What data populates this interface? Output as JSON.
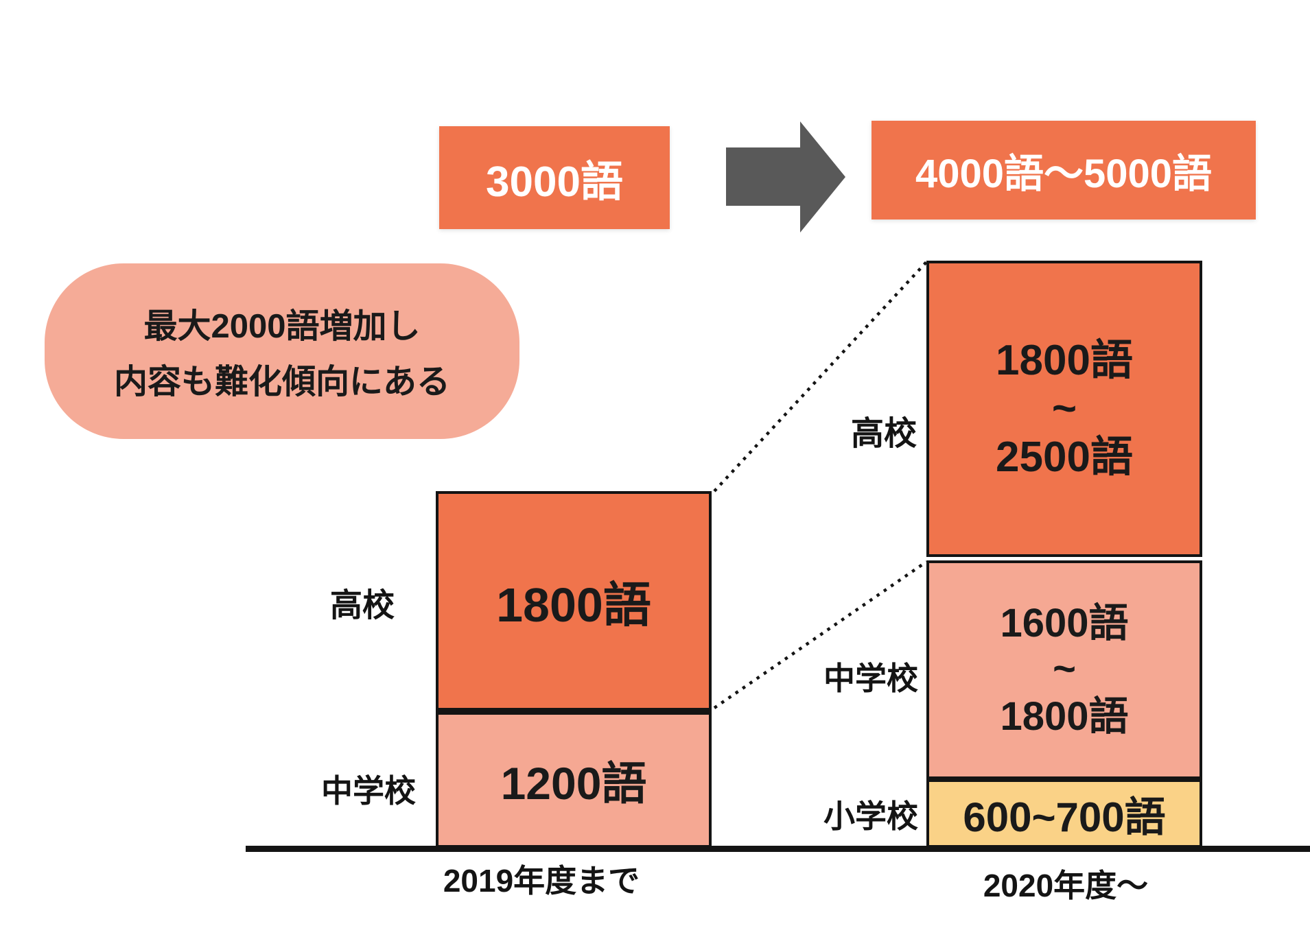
{
  "top_banner": {
    "before_label": "3000語",
    "after_label": "4000語〜5000語"
  },
  "callout": {
    "line1": "最大2000語増加し",
    "line2": "内容も難化傾向にある"
  },
  "bars": {
    "left": {
      "x_label": "2019年度まで",
      "hs_label": "高校",
      "hs_value": "1800語",
      "jhs_label": "中学校",
      "jhs_value": "1200語"
    },
    "right": {
      "x_label": "2020年度〜",
      "hs_label": "高校",
      "hs_line1": "1800語",
      "hs_tilde": "~",
      "hs_line2": "2500語",
      "jhs_label": "中学校",
      "jhs_line1": "1600語",
      "jhs_tilde": "~",
      "jhs_line2": "1800語",
      "es_label": "小学校",
      "es_value": "600~700語"
    }
  },
  "colors": {
    "accent_orange": "#f0744c",
    "light_pink": "#f5a893",
    "callout_pink": "#f5ab97",
    "yellow": "#fad287",
    "arrow_gray": "#595959",
    "line_black": "#141414",
    "background": "#ffffff"
  },
  "chart_data": {
    "type": "bar",
    "stacked": true,
    "title": "",
    "categories": [
      "2019年度まで",
      "2020年度〜"
    ],
    "unit": "語",
    "series": [
      {
        "name": "小学校",
        "values": [
          0,
          [
            600,
            700
          ]
        ],
        "labels": [
          "",
          "600~700語"
        ],
        "color": "#fad287"
      },
      {
        "name": "中学校",
        "values": [
          1200,
          [
            1600,
            1800
          ]
        ],
        "labels": [
          "1200語",
          "1600語~1800語"
        ],
        "color": "#f5a893"
      },
      {
        "name": "高校",
        "values": [
          1800,
          [
            1800,
            2500
          ]
        ],
        "labels": [
          "1800語",
          "1800語~2500語"
        ],
        "color": "#f0744c"
      }
    ],
    "totals": {
      "before_label": "3000語",
      "after_label": "4000語〜5000語",
      "before": 3000,
      "after": [
        4000,
        5000
      ]
    },
    "annotation": "最大2000語増加し内容も難化傾向にある",
    "legend": "none",
    "grid": false,
    "baseline_axis": true,
    "connectors": "dotted lines link segment tops of left bar to corresponding segment tops of right bar"
  }
}
